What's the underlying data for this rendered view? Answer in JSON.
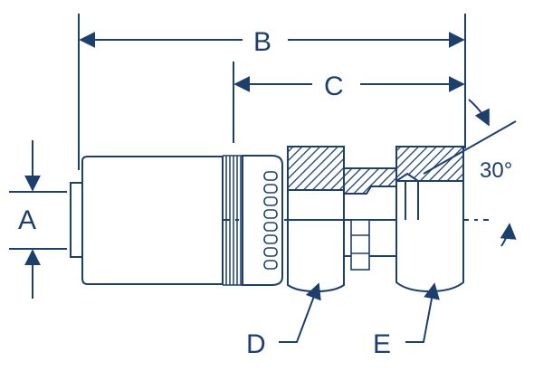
{
  "diagram": {
    "labels": {
      "a": "A",
      "b": "B",
      "c": "C",
      "d": "D",
      "e": "E",
      "angle": "30°"
    },
    "colors": {
      "line": "#1d3f6e",
      "hatch": "#1d3f6e",
      "fill": "#ffffff"
    }
  }
}
